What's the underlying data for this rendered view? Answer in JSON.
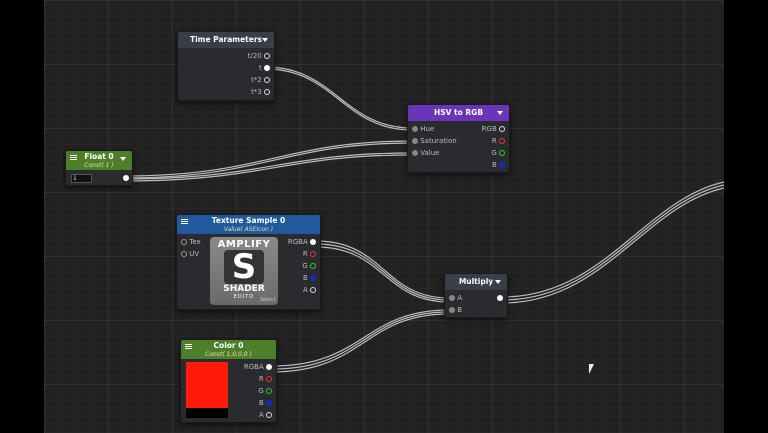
{
  "nodes": {
    "time_params": {
      "title": "Time Parameters",
      "outputs": [
        "t/20",
        "t",
        "t*2",
        "t*3"
      ]
    },
    "hsv_to_rgb": {
      "title": "HSV to RGB",
      "inputs": [
        "Hue",
        "Saturation",
        "Value"
      ],
      "outputs": [
        "RGB",
        "R",
        "G",
        "B"
      ]
    },
    "float0": {
      "title": "Float 0",
      "subtitle": "Const( 1 )",
      "value": "1"
    },
    "texture_sample": {
      "title": "Texture Sample 0",
      "subtitle": "Value( ASEIcon )",
      "inputs": [
        "Tex",
        "UV"
      ],
      "outputs": [
        "RGBA",
        "R",
        "G",
        "B",
        "A"
      ],
      "thumbnail": {
        "top_text": "AMPLIFY",
        "letter": "S",
        "bottom_text": "SHADER",
        "footer_text": "EDITO",
        "select_label": "Select"
      }
    },
    "multiply": {
      "title": "Multiply",
      "inputs": [
        "A",
        "B"
      ]
    },
    "color0": {
      "title": "Color 0",
      "subtitle": "Const( 1,0,0,0 )",
      "outputs": [
        "RGBA",
        "R",
        "G",
        "B",
        "A"
      ],
      "swatch_color": "#ff1a0a"
    }
  },
  "colors": {
    "header_default": "#3a3e4a",
    "header_purple": "#6a35b8",
    "header_green": "#4d7f2a",
    "header_blue": "#1e5a9c",
    "wire": "#c8c8c8"
  }
}
